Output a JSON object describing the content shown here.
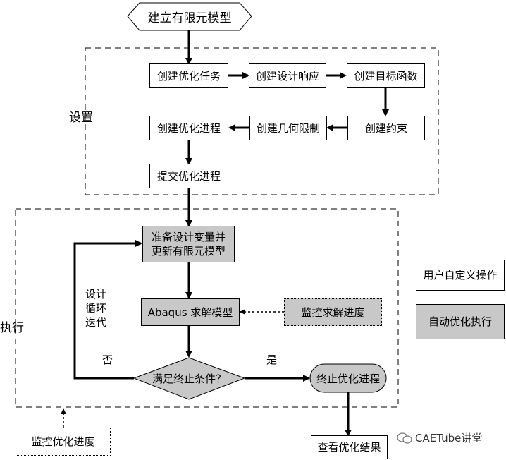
{
  "nodes": {
    "start": "建立有限元模型",
    "create_task": "创建优化任务",
    "create_response": "创建设计响应",
    "create_objective": "创建目标函数",
    "create_constraint": "创建约束",
    "create_geometry": "创建几何限制",
    "create_process": "创建优化进程",
    "submit": "提交优化进程",
    "prepare_line1": "准备设计变量并",
    "prepare_line2": "更新有限元模型",
    "solve": "Abaqus 求解模型",
    "monitor_solve": "监控求解进度",
    "condition": "满足终止条件？",
    "terminate": "终止优化进程",
    "view_results": "查看优化结果",
    "monitor_opt": "监控优化进度"
  },
  "groups": {
    "setup": "设置",
    "execute": "执行"
  },
  "branch_labels": {
    "no": "否",
    "yes": "是",
    "loop_line1": "设计",
    "loop_line2": "循环",
    "loop_line3": "迭代"
  },
  "legend": {
    "user_defined": "用户自定义操作",
    "auto_execute": "自动优化执行"
  },
  "watermark": "CAETube讲堂",
  "colors": {
    "auto_fill": "#c8c8c8",
    "line": "#000000"
  }
}
